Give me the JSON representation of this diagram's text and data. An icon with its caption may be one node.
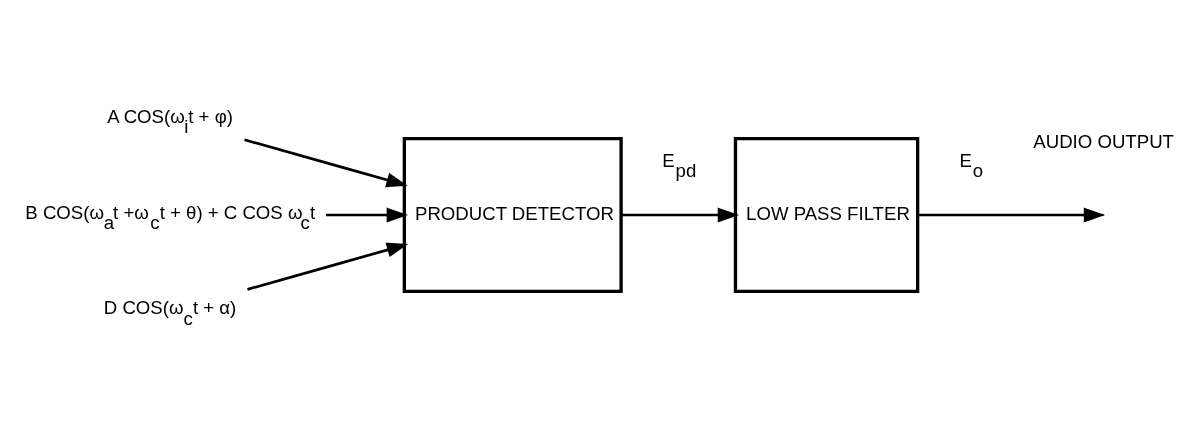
{
  "diagram": {
    "nodes": [
      {
        "text": [
          "A COS(ω$_{i}$t + φ)"
        ]
      },
      {
        "text": [
          "B COS(ω$_{a}$t +ω$_{c}$t + θ) + C COS ω$_{c}$t"
        ]
      },
      {
        "text": [
          "D COS(ω$_{c}$t + α)"
        ]
      },
      {
        "text": [
          "PRODUCT DETECTOR"
        ]
      },
      {
        "text": [
          "LOW PASS FILTER"
        ]
      }
    ],
    "edges": [
      {
        "from": 0,
        "to": 3,
        "arrow": "to"
      },
      {
        "from": 1,
        "to": 3,
        "arrow": "to"
      },
      {
        "from": 2,
        "to": 3,
        "arrow": "to"
      },
      {
        "from": 3,
        "to": 4,
        "arrow": "to",
        "label": "E$_{pd}$"
      },
      {
        "from": 4,
        "to": null,
        "arrow": "to",
        "label": "E$_{o}$"
      }
    ],
    "labels": [
      "AUDIO OUTPUT"
    ]
  }
}
